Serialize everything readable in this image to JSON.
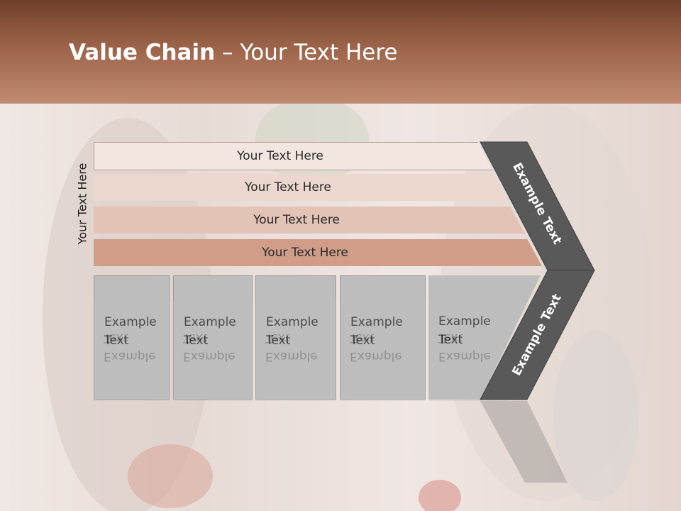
{
  "header": {
    "title_bold": "Value Chain",
    "title_rest": " – Your Text Here"
  },
  "side_label": "Your Text Here",
  "bars": [
    "Your Text Here",
    "Your Text Here",
    "Your Text Here",
    "Your Text Here"
  ],
  "boxes": [
    {
      "line1": "Example",
      "line2": "Text"
    },
    {
      "line1": "Example",
      "line2": "Text"
    },
    {
      "line1": "Example",
      "line2": "Text"
    },
    {
      "line1": "Example",
      "line2": "Text"
    },
    {
      "line1": "Example",
      "line2": "Text"
    }
  ],
  "chevron": {
    "upper_label": "Example Text",
    "lower_label": "Example Text"
  },
  "colors": {
    "header_dark": "#6e3f2a",
    "header_light": "#c08a72",
    "chevron": "#595959",
    "box": "#bdbdbd"
  }
}
